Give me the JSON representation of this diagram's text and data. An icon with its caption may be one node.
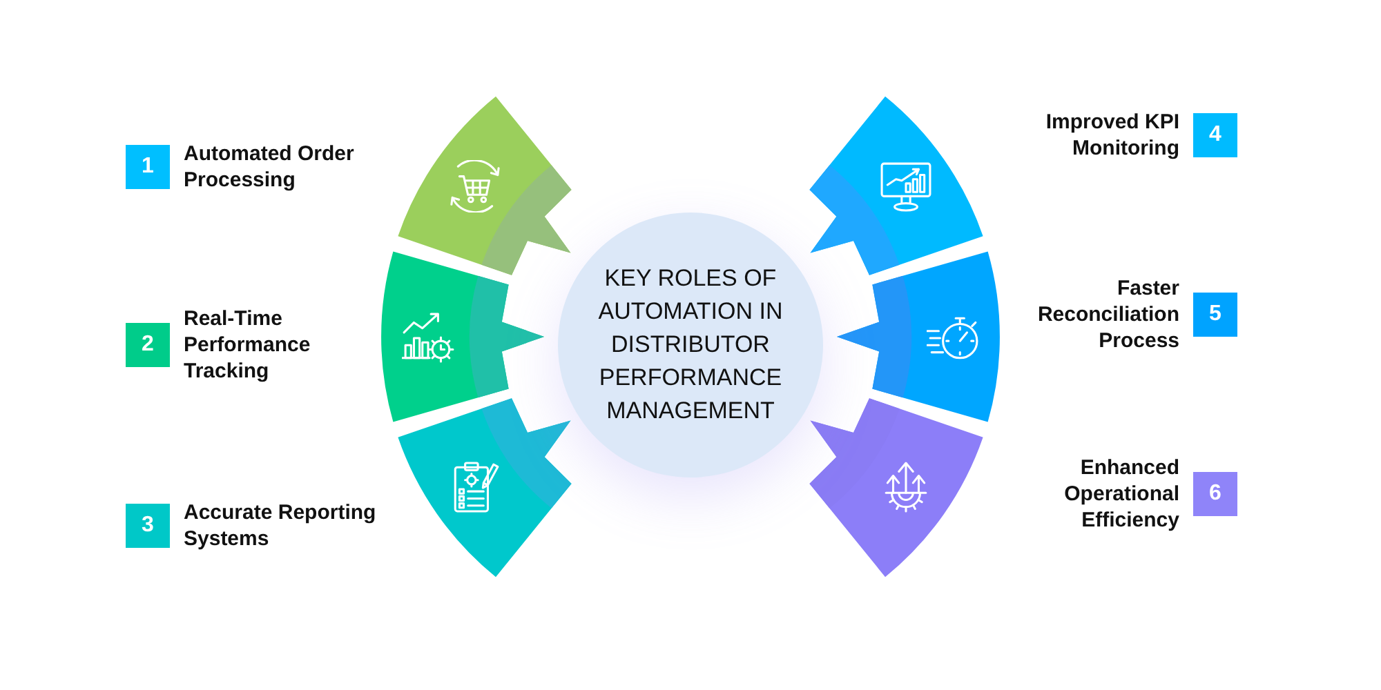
{
  "diagram": {
    "nodes": [
      {
        "text": [
          "KEY ROLES OF AUTOMATION IN DISTRIBUTOR PERFORMANCE MANAGEMENT"
        ]
      },
      {
        "text": [
          "1"
        ],
        "beside": [
          "Automated Order Processing"
        ]
      },
      {
        "text": [],
        "shape": "sector"
      },
      {
        "text": [
          "2"
        ],
        "beside": [
          "Real-Time Performance Tracking"
        ]
      },
      {
        "text": [],
        "shape": "sector"
      },
      {
        "text": [
          "3"
        ],
        "beside": [
          "Accurate Reporting Systems"
        ]
      },
      {
        "text": [],
        "shape": "sector"
      },
      {
        "text": [
          "4"
        ],
        "beside": [
          "Improved KPI Monitoring"
        ]
      },
      {
        "text": [],
        "shape": "sector"
      },
      {
        "text": [
          "5"
        ],
        "beside": [
          "Faster Reconciliation Process"
        ]
      },
      {
        "text": [],
        "shape": "sector"
      },
      {
        "text": [
          "6"
        ],
        "beside": [
          "Enhanced Operational Efficiency"
        ]
      },
      {
        "text": [],
        "shape": "sector"
      }
    ]
  }
}
